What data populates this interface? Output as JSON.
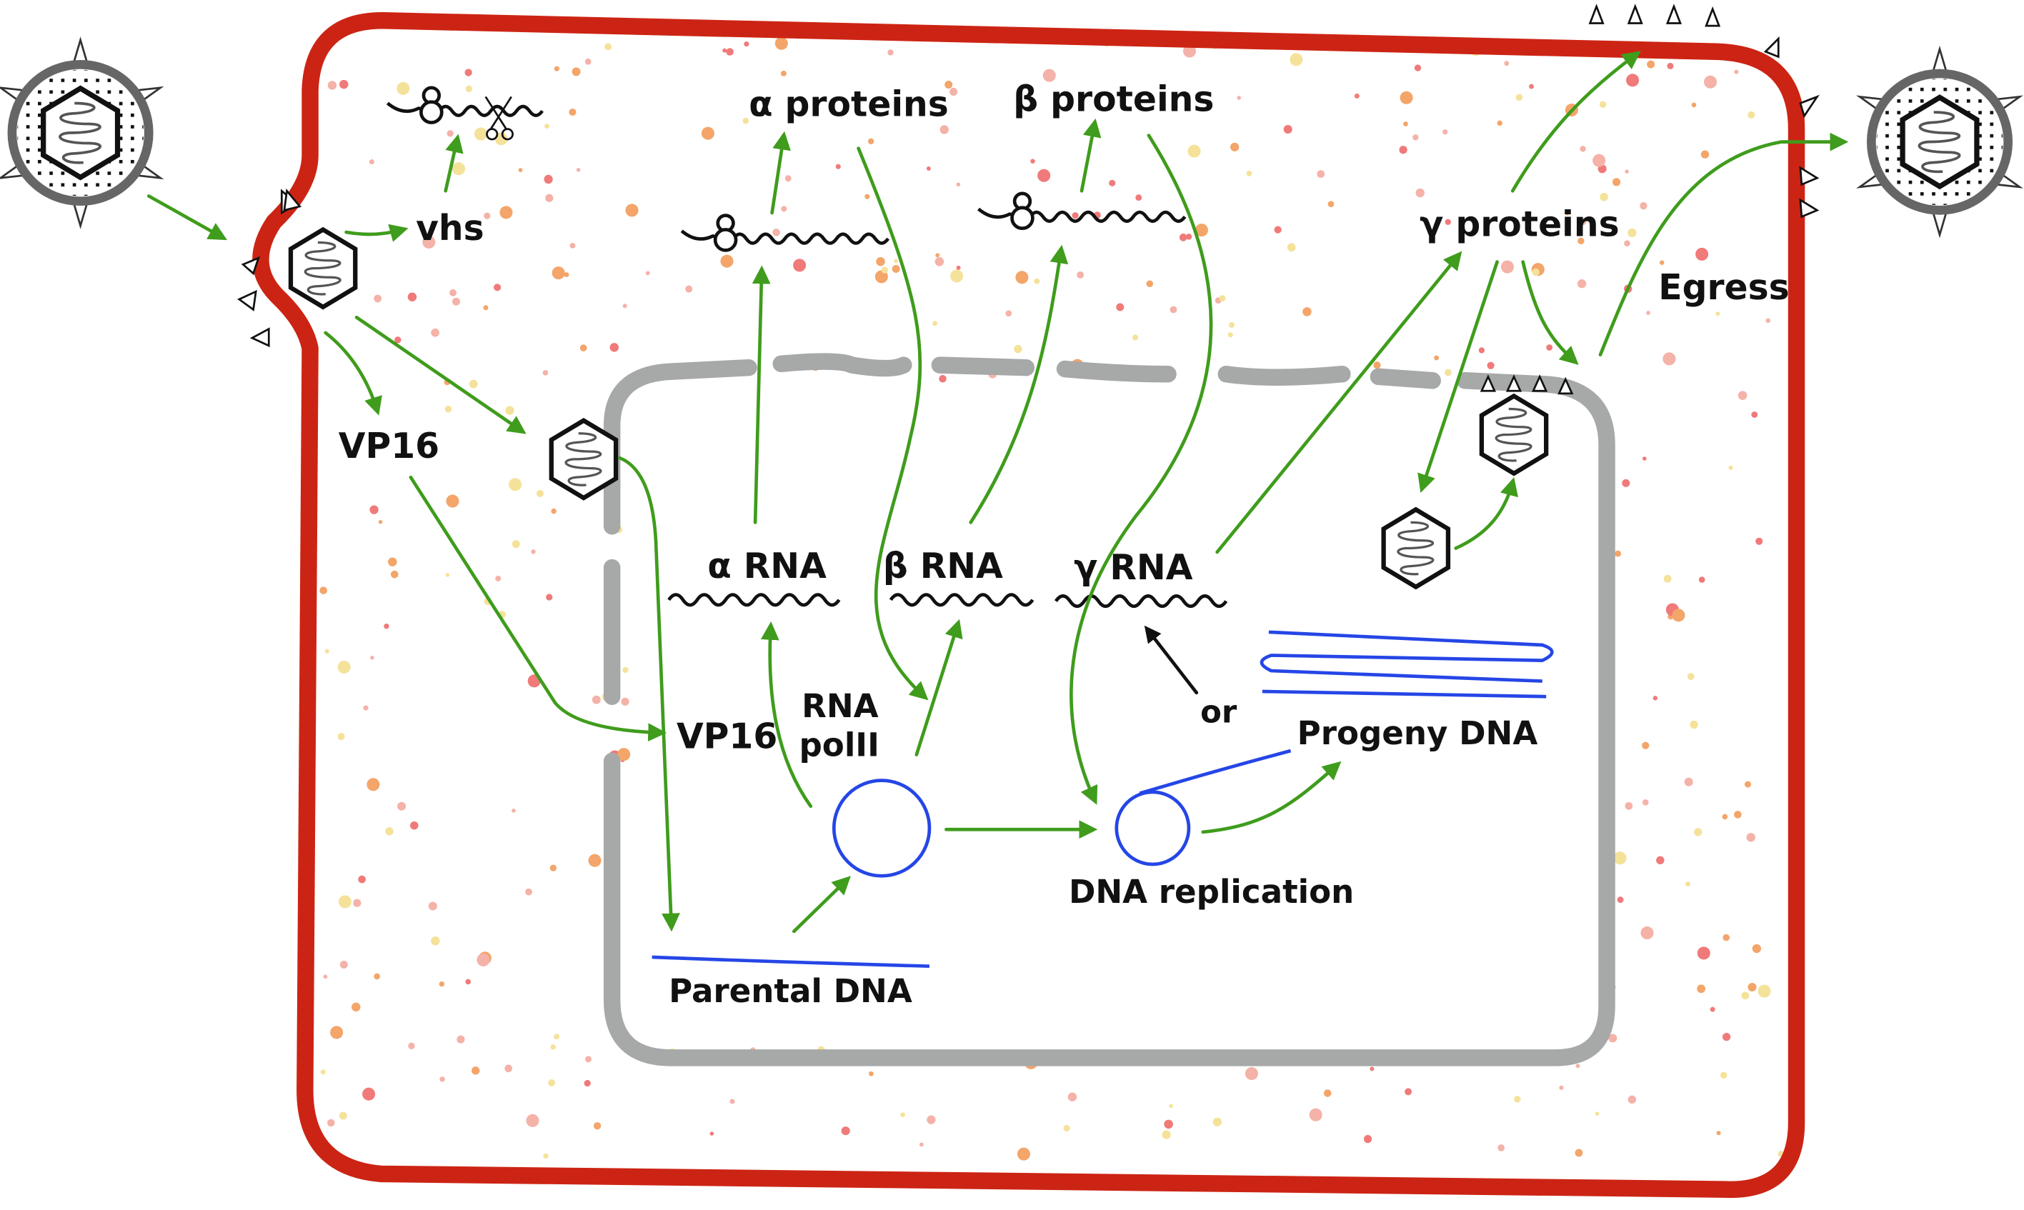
{
  "colors": {
    "membrane": "#cc2414",
    "nucleus": "#a6a9a8",
    "arrow": "#3f9c1c",
    "dna": "#2546e6",
    "dots": [
      "#f07a7a",
      "#f3a56a",
      "#f5e29a",
      "#f4b2a8"
    ],
    "black_arrow": "#111111"
  },
  "labels": {
    "vhs": "vhs",
    "alpha_proteins": "α proteins",
    "beta_proteins": "β proteins",
    "gamma_proteins": "γ proteins",
    "egress": "Egress",
    "vp16_cytoplasm": "VP16",
    "vp16_nucleus": "VP16",
    "alpha_rna": "α RNA",
    "beta_rna": "β RNA",
    "gamma_rna": "γ RNA",
    "rna_pol_line1": "RNA",
    "rna_pol_line2": "polII",
    "or": "or",
    "progeny_dna": "Progeny DNA",
    "dna_replication": "DNA replication",
    "parental_dna": "Parental DNA"
  },
  "icons": [
    "virion-icon",
    "capsid-icon",
    "mrna-icon",
    "scissors-icon",
    "rna-wave-icon",
    "dna-circle-icon"
  ]
}
